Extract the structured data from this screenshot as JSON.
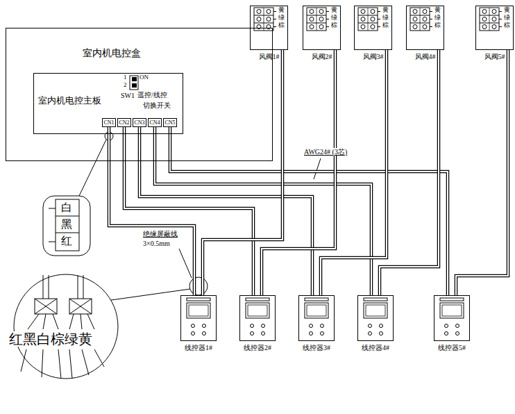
{
  "diagram": {
    "nodes": [
      {
        "text": [
          "室内机电控盒"
        ]
      },
      {
        "text": [
          "室内机电控主板"
        ],
        "in": 0
      },
      {
        "text": [
          "CN1"
        ],
        "in": 1
      },
      {
        "text": [
          "CN2"
        ],
        "in": 1
      },
      {
        "text": [
          "CN3"
        ],
        "in": 1
      },
      {
        "text": [
          "CN4"
        ],
        "in": 1
      },
      {
        "text": [
          "CN5"
        ],
        "in": 1
      },
      {
        "text": [
          "风阀1#"
        ]
      },
      {
        "text": [
          "风阀2#"
        ]
      },
      {
        "text": [
          "风阀3#"
        ]
      },
      {
        "text": [
          "风阀4#"
        ]
      },
      {
        "text": [
          "风阀5#"
        ]
      },
      {
        "text": [
          "线控器1#"
        ]
      },
      {
        "text": [
          "线控器2#"
        ]
      },
      {
        "text": [
          "线控器3#"
        ]
      },
      {
        "text": [
          "线控器4#"
        ]
      },
      {
        "text": [
          "线控器5#"
        ]
      }
    ],
    "edges": [
      {
        "from": 2,
        "to": 12,
        "arrow": "none"
      },
      {
        "from": 3,
        "to": 13,
        "arrow": "none"
      },
      {
        "from": 4,
        "to": 14,
        "arrow": "none"
      },
      {
        "from": 5,
        "to": 15,
        "arrow": "none"
      },
      {
        "from": 6,
        "to": 16,
        "arrow": "none"
      },
      {
        "from": 7,
        "to": 12,
        "arrow": "none"
      },
      {
        "from": 8,
        "to": 13,
        "arrow": "none"
      },
      {
        "from": 9,
        "to": 14,
        "arrow": "none"
      },
      {
        "from": 10,
        "to": 15,
        "arrow": "none"
      },
      {
        "from": 11,
        "to": 16,
        "arrow": "none"
      }
    ],
    "labels": [
      "1",
      "2",
      "ON",
      "SW1",
      "遥控/线控",
      "切换开关",
      "AWG24# (3芯)",
      "绝缘屏蔽线",
      "3×0.5mm",
      "黄",
      "绿",
      "棕",
      "黄",
      "绿",
      "棕",
      "黄",
      "绿",
      "棕",
      "黄",
      "绿",
      "棕",
      "黄",
      "绿",
      "棕",
      "白",
      "黑",
      "红",
      "红黑白棕绿黄"
    ]
  }
}
